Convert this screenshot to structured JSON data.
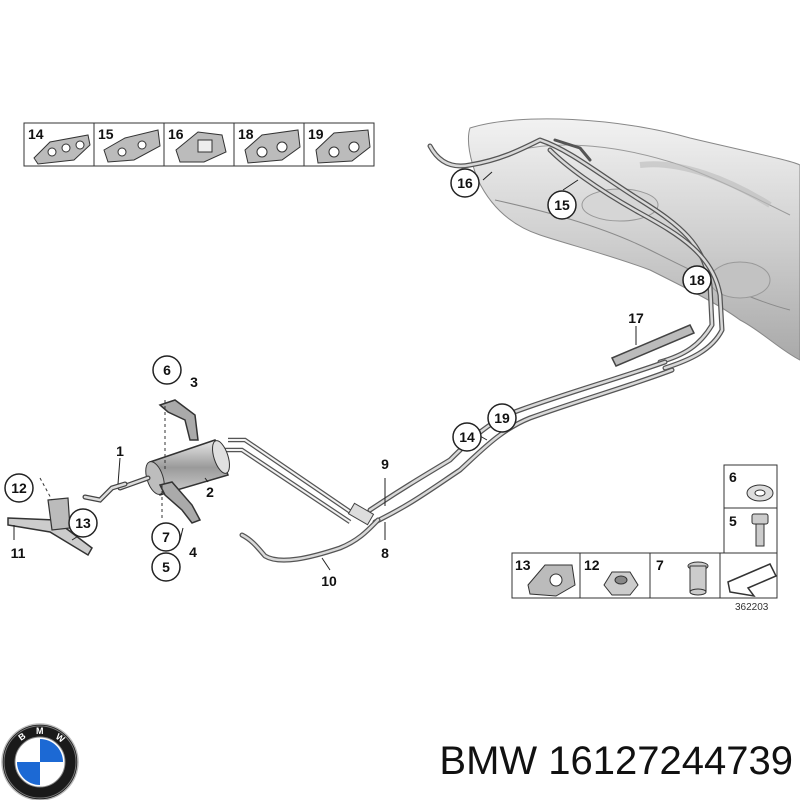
{
  "parts_table_top": [
    {
      "num": "14",
      "icon": "clip-14-icon"
    },
    {
      "num": "15",
      "icon": "clip-15-icon"
    },
    {
      "num": "16",
      "icon": "clip-16-icon"
    },
    {
      "num": "18",
      "icon": "clip-18-icon"
    },
    {
      "num": "19",
      "icon": "clip-19-icon"
    }
  ],
  "parts_table_right": [
    {
      "num": "6",
      "icon": "clip-nut-icon"
    },
    {
      "num": "5",
      "icon": "bolt-icon"
    }
  ],
  "parts_table_bottom": [
    {
      "num": "13",
      "icon": "clamp-13-icon"
    },
    {
      "num": "12",
      "icon": "hex-nut-icon"
    },
    {
      "num": "7",
      "icon": "rivet-nut-icon"
    },
    {
      "num": "",
      "icon": "arrow-icon"
    }
  ],
  "callouts": {
    "c1": "1",
    "c2": "2",
    "c3": "3",
    "c4": "4",
    "c5": "5",
    "c6": "6",
    "c7": "7",
    "c8": "8",
    "c9": "9",
    "c10": "10",
    "c11": "11",
    "c12": "12",
    "c13": "13",
    "c14": "14",
    "c15": "15",
    "c16": "16",
    "c17": "17",
    "c18": "18",
    "c19": "19"
  },
  "diagram_id": "362203",
  "brand": {
    "part_label": "BMW 16127244739",
    "logo_letters": "BMW",
    "colors": {
      "blue": "#1c69d4",
      "white": "#ffffff",
      "ring": "#1a1a1a"
    }
  }
}
